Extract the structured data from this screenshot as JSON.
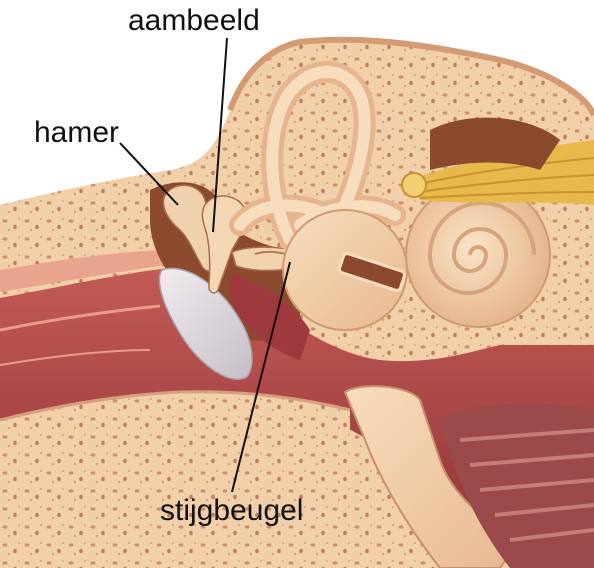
{
  "labels": {
    "aambeeld": "aambeeld",
    "hamer": "hamer",
    "stijgbeugel": "stijgbeugel"
  },
  "colors": {
    "bone": "#f1cfa8",
    "bone_light": "#f6dcbb",
    "bone_pores": "#c98e6a",
    "cavity_dark": "#8b4a2e",
    "tissue_red": "#b2504f",
    "canal_dark": "#7e2f33",
    "eardrum": "#dcd6dc",
    "nerve": "#e7b84a",
    "label_text": "#111111",
    "leader_line": "#111111"
  }
}
